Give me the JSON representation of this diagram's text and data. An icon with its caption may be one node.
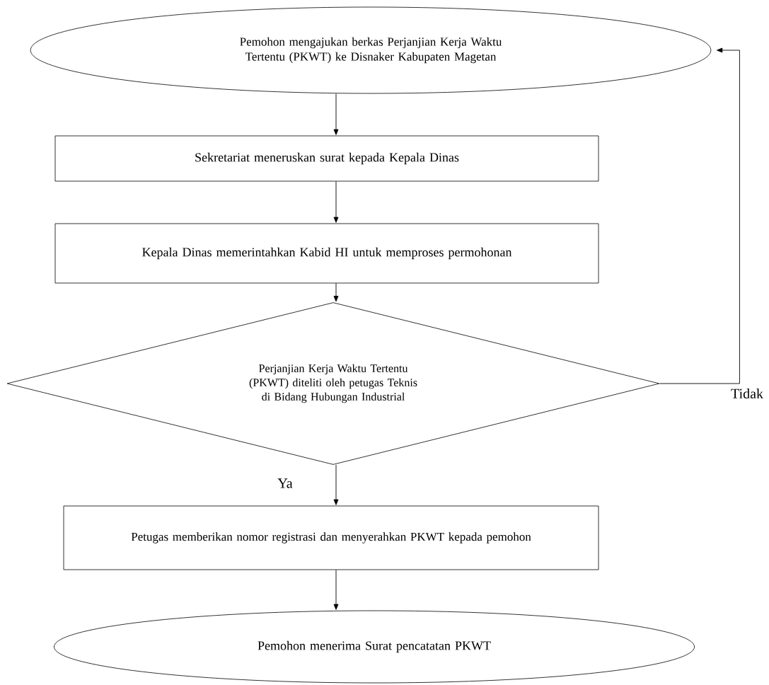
{
  "diagram": {
    "nodes": [
      {
        "text": [
          "Pemohon mengajukan berkas Perjanjian Kerja Waktu Tertentu (PKWT) ke Disnaker Kabupaten Magetan"
        ]
      },
      {
        "text": [
          "Sekretariat meneruskan surat kepada Kepala Dinas"
        ]
      },
      {
        "text": [
          "Kepala Dinas memerintahkan Kabid HI untuk memproses permohonan"
        ]
      },
      {
        "text": [
          "Perjanjian Kerja Waktu Tertentu (PKWT) diteliti oleh petugas Teknis di Bidang Hubungan Industrial"
        ]
      },
      {
        "text": [
          "Petugas memberikan nomor registrasi dan menyerahkan PKWT kepada pemohon"
        ]
      },
      {
        "text": [
          "Pemohon menerima Surat pencatatan PKWT"
        ]
      }
    ],
    "edges": [
      {
        "from": 0,
        "to": 1,
        "arrow": "to"
      },
      {
        "from": 1,
        "to": 2,
        "arrow": "to"
      },
      {
        "from": 2,
        "to": 3,
        "arrow": "to"
      },
      {
        "from": 3,
        "to": 4,
        "arrow": "to",
        "label": "Ya"
      },
      {
        "from": 4,
        "to": 5,
        "arrow": "to"
      },
      {
        "from": 3,
        "to": 0,
        "arrow": "to",
        "label": "Tidak"
      }
    ]
  }
}
